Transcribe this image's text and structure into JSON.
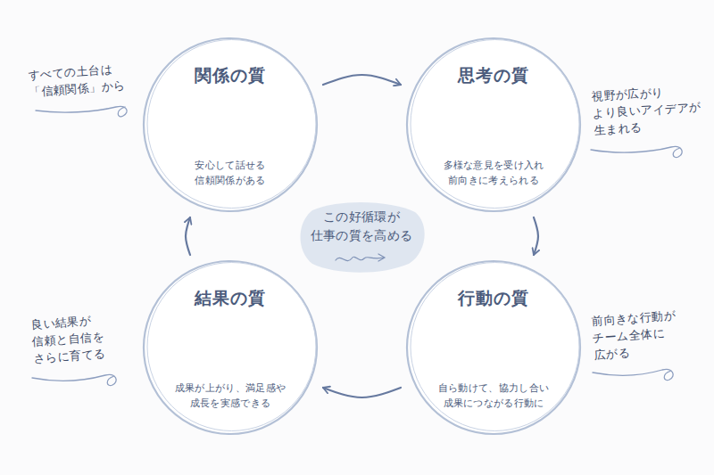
{
  "diagram": {
    "nodes": [
      {
        "text": [
          "関係の質",
          "安心して話せる 信頼関係がある"
        ]
      },
      {
        "text": [
          "思考の質",
          "多様な意見を受け入れ 前向きに考えられる"
        ]
      },
      {
        "text": [
          "結果の質",
          "成果が上がり、満足感や 成長を実感できる"
        ]
      },
      {
        "text": [
          "行動の質",
          "自ら動けて、協力し合い 成果につながる行動に"
        ]
      },
      {
        "text": [
          "この好循環が 仕事の質を高める"
        ]
      }
    ],
    "edges": [
      {
        "from": 0,
        "to": 1,
        "arrow": "to"
      },
      {
        "from": 1,
        "to": 3,
        "arrow": "to"
      },
      {
        "from": 3,
        "to": 2,
        "arrow": "to"
      },
      {
        "from": 2,
        "to": 0,
        "arrow": "to"
      }
    ],
    "labels": [
      "すべての土台は 「信頼関係」から",
      "視野が広がり より良いアイデアが 生まれる",
      "前向きな行動が チーム全体に 広がる",
      "良い結果が 信頼と自信を さらに育てる"
    ]
  }
}
